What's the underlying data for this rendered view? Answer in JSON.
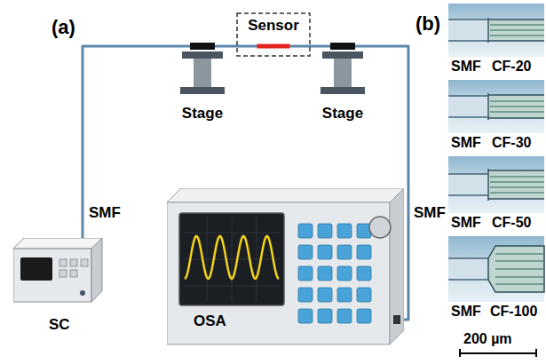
{
  "diagram": {
    "nodes": [
      {
        "text": [
          "Sensor"
        ]
      },
      {
        "text": [
          "Stage"
        ]
      },
      {
        "text": [
          "Stage"
        ]
      },
      {
        "text": [
          "SC"
        ]
      },
      {
        "text": [
          "OSA"
        ]
      }
    ],
    "edges": [
      {
        "from": 3,
        "to": 1,
        "arrow": "none",
        "label": "SMF"
      },
      {
        "from": 1,
        "to": 0,
        "arrow": "none"
      },
      {
        "from": 0,
        "to": 2,
        "arrow": "none"
      },
      {
        "from": 2,
        "to": 4,
        "arrow": "none",
        "label": "SMF"
      }
    ],
    "labels": [
      "(a)",
      "(b)",
      "SMF",
      "CF-20",
      "SMF",
      "CF-30",
      "SMF",
      "CF-50",
      "SMF",
      "CF-100",
      "200 µm"
    ]
  }
}
